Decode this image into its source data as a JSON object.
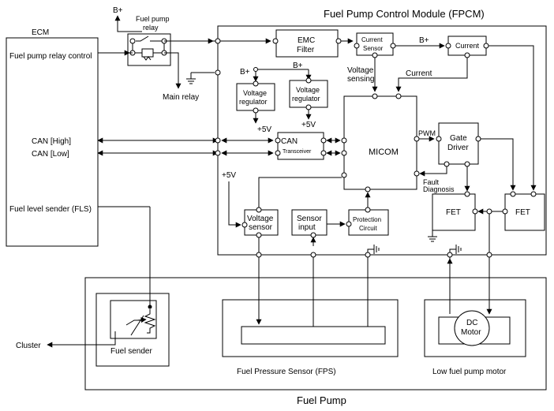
{
  "title": "Fuel Pump Control Module (FPCM)",
  "labels": {
    "ecm": "ECM",
    "fuel_pump_relay_control": "Fuel pump relay control",
    "can_high": "CAN [High]",
    "can_low": "CAN [Low]",
    "fuel_level_sender": "Fuel level sender (FLS)",
    "b_plus": "B+",
    "fuel_pump_relay_line1": "Fuel pump",
    "fuel_pump_relay_line2": "relay",
    "main_relay": "Main relay",
    "emc_filter_line1": "EMC",
    "emc_filter_line2": "Filter",
    "current_sensor_line1": "Current",
    "current_sensor_line2": "Sensor",
    "current_box": "Current",
    "voltage_sensing_line1": "Voltage",
    "voltage_sensing_line2": "sensing",
    "current_label": "Current",
    "voltage_regulator_line1": "Voltage",
    "voltage_regulator_line2": "regulator",
    "plus_5v": "+5V",
    "can_transceiver_line1": "CAN",
    "can_transceiver_line2": "Transceiver",
    "micom": "MICOM",
    "pwm": "PWM",
    "gate_driver_line1": "Gate",
    "gate_driver_line2": "Driver",
    "fault_diagnosis_line1": "Fault",
    "fault_diagnosis_line2": "Diagnosis",
    "fet": "FET",
    "voltage_sensor_line1": "Voltage",
    "voltage_sensor_line2": "sensor",
    "sensor_input_line1": "Sensor",
    "sensor_input_line2": "input",
    "protection_circuit_line1": "Protection",
    "protection_circuit_line2": "Circuit",
    "cluster": "Cluster",
    "fuel_sender": "Fuel sender",
    "dc_motor_line1": "DC",
    "dc_motor_line2": "Motor",
    "fuel_pressure_sensor": "Fuel Pressure Sensor (FPS)",
    "low_fuel_pump_motor": "Low fuel pump motor",
    "fuel_pump": "Fuel Pump"
  }
}
